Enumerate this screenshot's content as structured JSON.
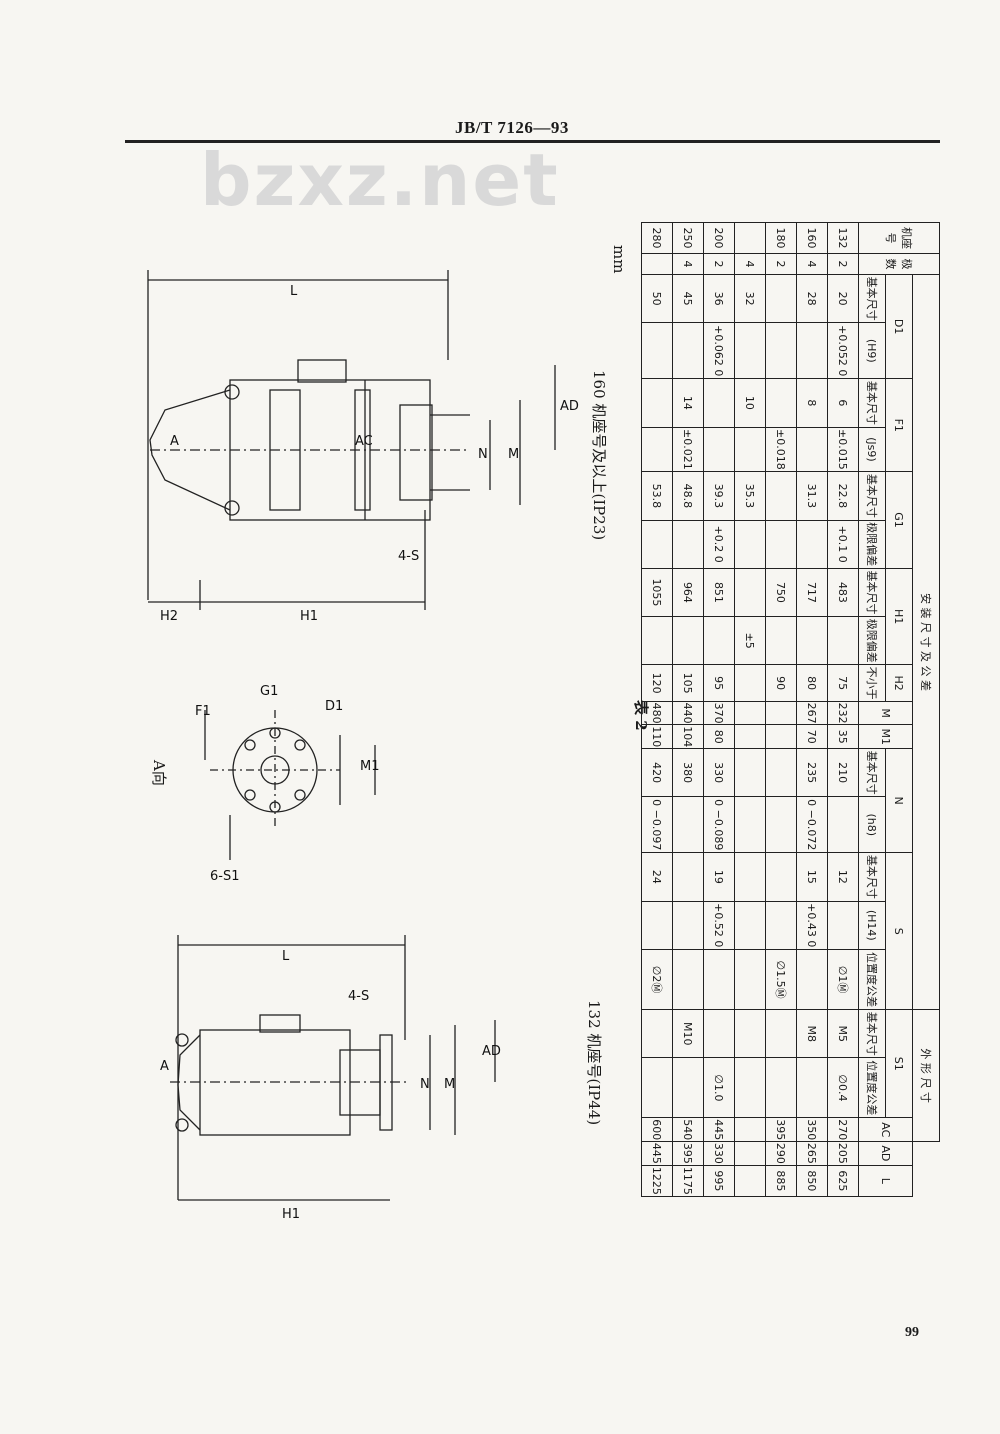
{
  "header": {
    "std_code": "JB/T 7126—93",
    "watermark": "bzxz.net"
  },
  "page_number": "99",
  "figures": {
    "top": {
      "caption": "160 机座号及以上(IP23)",
      "labels": [
        "L",
        "AC",
        "AD",
        "N",
        "M",
        "4-S",
        "A",
        "H1",
        "H2"
      ]
    },
    "middle": {
      "caption": "A向",
      "labels": [
        "F1",
        "G1",
        "D1",
        "M1",
        "6-S1"
      ]
    },
    "bottom": {
      "caption": "132 机座号(IP44)",
      "labels": [
        "L",
        "4-S",
        "AD",
        "A",
        "N",
        "M",
        "H1"
      ]
    }
  },
  "table": {
    "title": "表 2",
    "unit": "mm",
    "group_headers": {
      "install": "安 装 尺 寸 及 公 差",
      "outline": "外 形 尺 寸",
      "frame": "机座号",
      "poles": "极数"
    },
    "col_groups": [
      "D1",
      "F1",
      "G1",
      "H1",
      "H2",
      "M",
      "M1",
      "N",
      "S",
      "S1",
      "AC",
      "AD",
      "L"
    ],
    "sub_headers": {
      "basic": "基本尺寸",
      "limit": "极限偏差",
      "js9": "(Js9)",
      "h9": "(H9)",
      "h8": "(h8)",
      "h14": "(H14)",
      "pos_tol": "位置度公差",
      "h2_note": "不小于"
    },
    "rows": [
      {
        "frame": "132",
        "poles": "2",
        "D1": "20",
        "D1_tol": "+0.052 0",
        "F1": "6",
        "F1_tol": "±0.015",
        "G1": "22.8",
        "G1_tol": "+0.1 0",
        "H1": "483",
        "H1_tol": "",
        "H2": "75",
        "M": "232",
        "M1": "35",
        "N": "210",
        "N_tol": "",
        "S": "12",
        "S_tol": "",
        "S_pos": "∅1Ⓜ",
        "S1": "M5",
        "S1_pos": "∅0.4",
        "AC": "270",
        "AD": "205",
        "L": "625"
      },
      {
        "frame": "160",
        "poles": "4",
        "D1": "28",
        "D1_tol": "",
        "F1": "8",
        "F1_tol": "",
        "G1": "31.3",
        "G1_tol": "",
        "H1": "717",
        "H1_tol": "",
        "H2": "80",
        "M": "267",
        "M1": "70",
        "N": "235",
        "N_tol": "0 −0.072",
        "S": "15",
        "S_tol": "+0.43 0",
        "S_pos": "",
        "S1": "M8",
        "S1_pos": "",
        "AC": "350",
        "AD": "265",
        "L": "850"
      },
      {
        "frame": "180",
        "poles": "2",
        "D1": "",
        "D1_tol": "",
        "F1": "",
        "F1_tol": "±0.018",
        "G1": "",
        "G1_tol": "",
        "H1": "750",
        "H1_tol": "",
        "H2": "90",
        "M": "",
        "M1": "",
        "N": "",
        "N_tol": "",
        "S": "",
        "S_tol": "",
        "S_pos": "∅1.5Ⓜ",
        "S1": "",
        "S1_pos": "",
        "AC": "395",
        "AD": "290",
        "L": "885"
      },
      {
        "frame": "",
        "poles": "4",
        "D1": "32",
        "D1_tol": "",
        "F1": "10",
        "F1_tol": "",
        "G1": "35.3",
        "G1_tol": "",
        "H1": "",
        "H1_tol": "±5",
        "H2": "",
        "M": "",
        "M1": "",
        "N": "",
        "N_tol": "",
        "S": "",
        "S_tol": "",
        "S_pos": "",
        "S1": "",
        "S1_pos": "",
        "AC": "",
        "AD": "",
        "L": ""
      },
      {
        "frame": "200",
        "poles": "2",
        "D1": "36",
        "D1_tol": "+0.062 0",
        "F1": "",
        "F1_tol": "",
        "G1": "39.3",
        "G1_tol": "+0.2 0",
        "H1": "851",
        "H1_tol": "",
        "H2": "95",
        "M": "370",
        "M1": "80",
        "N": "330",
        "N_tol": "0 −0.089",
        "S": "19",
        "S_tol": "+0.52 0",
        "S_pos": "",
        "S1": "",
        "S1_pos": "∅1.0",
        "AC": "445",
        "AD": "330",
        "L": "995"
      },
      {
        "frame": "250",
        "poles": "4",
        "D1": "45",
        "D1_tol": "",
        "F1": "14",
        "F1_tol": "±0.021",
        "G1": "48.8",
        "G1_tol": "",
        "H1": "964",
        "H1_tol": "",
        "H2": "105",
        "M": "440",
        "M1": "104",
        "N": "380",
        "N_tol": "",
        "S": "",
        "S_tol": "",
        "S_pos": "",
        "S1": "M10",
        "S1_pos": "",
        "AC": "540",
        "AD": "395",
        "L": "1175"
      },
      {
        "frame": "280",
        "poles": "",
        "D1": "50",
        "D1_tol": "",
        "F1": "",
        "F1_tol": "",
        "G1": "53.8",
        "G1_tol": "",
        "H1": "1055",
        "H1_tol": "",
        "H2": "120",
        "M": "480",
        "M1": "110",
        "N": "420",
        "N_tol": "0 −0.097",
        "S": "24",
        "S_tol": "",
        "S_pos": "∅2Ⓜ",
        "S1": "",
        "S1_pos": "",
        "AC": "600",
        "AD": "445",
        "L": "1225"
      }
    ]
  }
}
